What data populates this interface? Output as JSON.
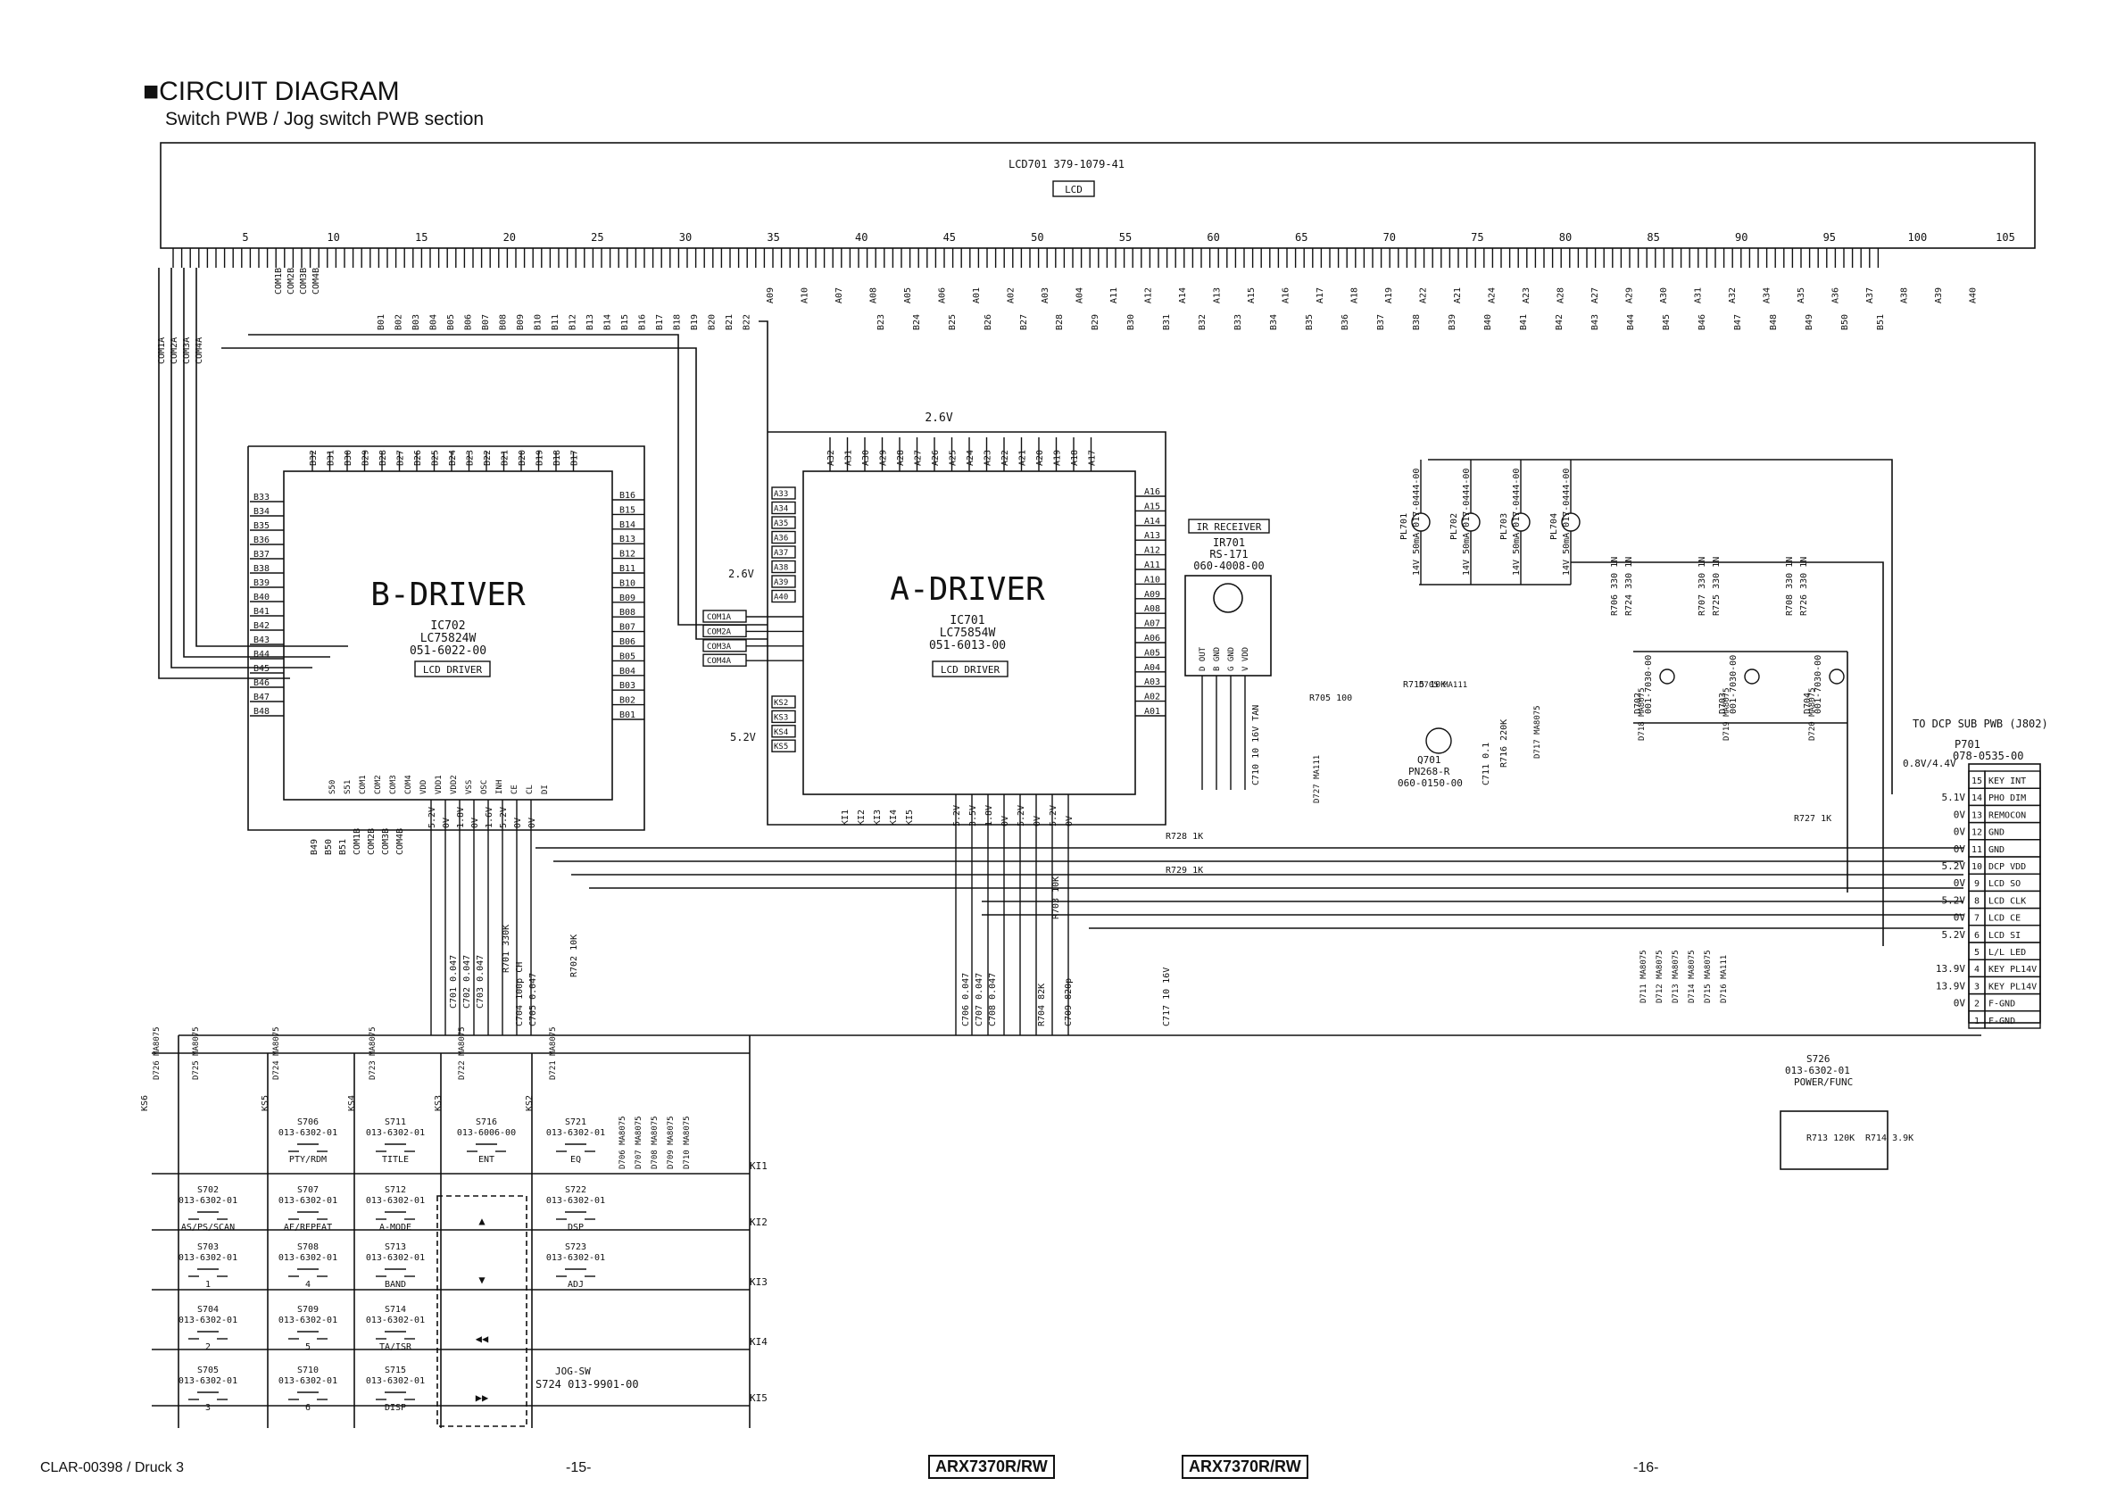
{
  "title": "■CIRCUIT DIAGRAM",
  "subtitle": "Switch PWB / Jog switch PWB section",
  "lcd": {
    "label": "LCD701 379-1079-41",
    "tag": "LCD",
    "pin_numbers": [
      "5",
      "10",
      "15",
      "20",
      "25",
      "30",
      "35",
      "40",
      "45",
      "50",
      "55",
      "60",
      "65",
      "70",
      "75",
      "80",
      "85",
      "90",
      "95",
      "100",
      "105"
    ],
    "com_pins": [
      "COM1B",
      "COM2B",
      "COM3B",
      "COM4B"
    ],
    "com_a_pins": [
      "COM1A",
      "COM2A",
      "COM3A",
      "COM4A"
    ],
    "a_segments_top": [
      "A09",
      "A10",
      "A07",
      "A08",
      "A05",
      "A06",
      "A01",
      "A02",
      "A03",
      "A04",
      "A11",
      "A12",
      "A14",
      "A13",
      "A15",
      "A16",
      "A17",
      "A18",
      "A19",
      "A22",
      "A21",
      "A24",
      "A23",
      "A28",
      "A27",
      "A29",
      "A30",
      "A31",
      "A32",
      "A34",
      "A35",
      "A36",
      "A37",
      "A38",
      "A39",
      "A40"
    ],
    "b_segments": [
      "B01",
      "B02",
      "B03",
      "B04",
      "B05",
      "B06",
      "B07",
      "B08",
      "B09",
      "B10",
      "B11",
      "B12",
      "B13",
      "B14",
      "B15",
      "B16",
      "B17",
      "B18",
      "B19",
      "B20",
      "B21",
      "B22",
      "B23",
      "B24",
      "B25",
      "B26",
      "B27",
      "B28",
      "B29",
      "B30",
      "B31",
      "B32",
      "B33",
      "B34",
      "B35",
      "B36",
      "B37",
      "B38",
      "B39",
      "B40",
      "B41",
      "B42",
      "B43",
      "B44",
      "B45",
      "B46",
      "B47",
      "B48",
      "B49",
      "B50",
      "B51"
    ]
  },
  "b_driver": {
    "name": "B-DRIVER",
    "ic": "IC702",
    "part": "LC75824W",
    "code": "051-6022-00",
    "tag": "LCD DRIVER",
    "top_pins": [
      "B32",
      "B31",
      "B30",
      "B29",
      "B28",
      "B27",
      "B26",
      "B25",
      "B24",
      "B23",
      "B22",
      "B21",
      "B20",
      "B19",
      "B18",
      "B17"
    ],
    "left_pins": [
      "B33",
      "B34",
      "B35",
      "B36",
      "B37",
      "B38",
      "B39",
      "B40",
      "B41",
      "B42",
      "B43",
      "B44",
      "B45",
      "B46",
      "B47",
      "B48"
    ],
    "right_pins": [
      "B16",
      "B15",
      "B14",
      "B13",
      "B12",
      "B11",
      "B10",
      "B09",
      "B08",
      "B07",
      "B06",
      "B05",
      "B04",
      "B03",
      "B02",
      "B01"
    ],
    "bottom_pins": [
      "B49",
      "B50",
      "B51",
      "COM1B",
      "COM2B",
      "COM3B",
      "COM4B"
    ],
    "bottom_pin_names": [
      "S50",
      "S51",
      "COM1",
      "COM2",
      "COM3",
      "COM4",
      "VDD",
      "VDD1",
      "VDD2",
      "VSS",
      "OSC",
      "INH",
      "CE",
      "CL",
      "DI"
    ],
    "volt_labels": [
      "5.2V",
      "0V",
      "1.8V",
      "0V",
      "1.6V",
      "5.2V",
      "0V",
      "0V"
    ]
  },
  "a_driver": {
    "name": "A-DRIVER",
    "ic": "IC701",
    "part": "LC75854W",
    "code": "051-6013-00",
    "tag": "LCD DRIVER",
    "supply": "2.6V",
    "top_pins": [
      "A32",
      "A31",
      "A30",
      "A29",
      "A28",
      "A27",
      "A26",
      "A25",
      "A24",
      "A23",
      "A22",
      "A21",
      "A20",
      "A19",
      "A18",
      "A17"
    ],
    "left_pins": [
      "A33",
      "A34",
      "A35",
      "A36",
      "A37",
      "A38",
      "A39",
      "A40"
    ],
    "right_pins": [
      "A16",
      "A15",
      "A14",
      "A13",
      "A12",
      "A11",
      "A10",
      "A09",
      "A08",
      "A07",
      "A06",
      "A05",
      "A04",
      "A03",
      "A02",
      "A01"
    ],
    "com_inputs": [
      "COM1A",
      "COM2A",
      "COM3A",
      "COM4A"
    ],
    "key_scan": [
      "KS2",
      "KS3",
      "KS4",
      "KS5"
    ],
    "key_in": [
      "KI1",
      "KI2",
      "KI3",
      "KI4",
      "KI5"
    ],
    "left_volt": "2.6V",
    "ks_volt": "5.2V",
    "bottom_volts": [
      "5.2V",
      "3.5V",
      "1.8V",
      "0V",
      "5.2V",
      "0V",
      "5.2V",
      "0V"
    ]
  },
  "ir": {
    "title": "IR RECEIVER",
    "ref": "IR701",
    "part": "RS-171",
    "code": "060-4008-00",
    "pins": [
      "D OUT",
      "B GND",
      "G GND",
      "V VDD"
    ]
  },
  "lamps": [
    {
      "ref": "PL701",
      "value": "14V 50mA 017-0444-00"
    },
    {
      "ref": "PL702",
      "value": "14V 50mA 017-0444-00"
    },
    {
      "ref": "PL703",
      "value": "14V 50mA 017-0444-00"
    },
    {
      "ref": "PL704",
      "value": "14V 50mA 017-0444-00"
    }
  ],
  "leds": [
    {
      "ref": "D702",
      "code": "001-7030-00"
    },
    {
      "ref": "D703",
      "code": "001-7030-00"
    },
    {
      "ref": "D704",
      "code": "001-7030-00"
    }
  ],
  "resistors": [
    "R706 330 1N",
    "R724 330 1N",
    "R707 330 1N",
    "R725 330 1N",
    "R708 330 1N",
    "R726 330 1N",
    "R715 10K",
    "R705 100",
    "R716 220K",
    "R728 1K",
    "R729 1K",
    "R727 1K",
    "R703 10K",
    "R704 82K",
    "R701 330K",
    "R702 10K",
    "R713 120K",
    "R714 3.9K"
  ],
  "capacitors": [
    "C701 0.047",
    "C702 0.047",
    "C703 0.047",
    "C704 100p CH",
    "C705 0.047",
    "C706 0.047",
    "C707 0.047",
    "C708 0.047",
    "C709 820p",
    "C710 10 16V TAN",
    "C711 0.1",
    "C717 10 16V"
  ],
  "diodes": [
    "D705 MA111",
    "D717 MA8075",
    "D727 MA111",
    "D718 MA8075",
    "D719 MA8075",
    "D720 MA8075",
    "D711 MA8075",
    "D712 MA8075",
    "D713 MA8075",
    "D714 MA8075",
    "D715 MA8075",
    "D716 MA111",
    "D721 MA8075",
    "D722 MA8075",
    "D723 MA8075",
    "D724 MA8075",
    "D725 MA8075",
    "D726 MA8075",
    "D706 MA8075",
    "D707 MA8075",
    "D708 MA8075",
    "D709 MA8075",
    "D710 MA8075"
  ],
  "transistor": {
    "ref": "Q701",
    "part": "PN268-R",
    "code": "060-0150-00"
  },
  "connector": {
    "title": "TO DCP SUB PWB (J802)",
    "ref": "P701",
    "code": "078-0535-00",
    "top_volt": "0.8V/4.4V",
    "pins": [
      {
        "no": "15",
        "name": "KEY INT",
        "volt": ""
      },
      {
        "no": "14",
        "name": "PHO DIM",
        "volt": "5.1V"
      },
      {
        "no": "13",
        "name": "REMOCON",
        "volt": "0V"
      },
      {
        "no": "12",
        "name": "GND",
        "volt": "0V"
      },
      {
        "no": "11",
        "name": "GND",
        "volt": "0V"
      },
      {
        "no": "10",
        "name": "DCP VDD",
        "volt": "5.2V"
      },
      {
        "no": "9",
        "name": "LCD SO",
        "volt": "0V"
      },
      {
        "no": "8",
        "name": "LCD CLK",
        "volt": "5.2V"
      },
      {
        "no": "7",
        "name": "LCD CE",
        "volt": "0V"
      },
      {
        "no": "6",
        "name": "LCD SI",
        "volt": "5.2V"
      },
      {
        "no": "5",
        "name": "L/L LED",
        "volt": ""
      },
      {
        "no": "4",
        "name": "KEY PL14V",
        "volt": "13.9V"
      },
      {
        "no": "3",
        "name": "KEY PL14V",
        "volt": "13.9V"
      },
      {
        "no": "2",
        "name": "F-GND",
        "volt": "0V"
      },
      {
        "no": "1",
        "name": "F-GND",
        "volt": ""
      }
    ]
  },
  "power_switch": {
    "ref": "S726",
    "code": "013-6302-01",
    "name": "POWER/FUNC"
  },
  "ks_labels": [
    "KS6",
    "KS5",
    "KS4",
    "KS3",
    "KS2"
  ],
  "ki_labels": [
    "KI1",
    "KI2",
    "KI3",
    "KI4",
    "KI5"
  ],
  "switches": [
    {
      "ref": "S706",
      "code": "013-6302-01",
      "name": "PTY/RDM"
    },
    {
      "ref": "S711",
      "code": "013-6302-01",
      "name": "TITLE"
    },
    {
      "ref": "S716",
      "code": "013-6006-00",
      "name": "ENT"
    },
    {
      "ref": "S721",
      "code": "013-6302-01",
      "name": "EQ"
    },
    {
      "ref": "S702",
      "code": "013-6302-01",
      "name": "AS/PS/SCAN"
    },
    {
      "ref": "S707",
      "code": "013-6302-01",
      "name": "AF/REPEAT"
    },
    {
      "ref": "S712",
      "code": "013-6302-01",
      "name": "A-MODE"
    },
    {
      "ref": "S722",
      "code": "013-6302-01",
      "name": "DSP"
    },
    {
      "ref": "S703",
      "code": "013-6302-01",
      "name": "1"
    },
    {
      "ref": "S708",
      "code": "013-6302-01",
      "name": "4"
    },
    {
      "ref": "S713",
      "code": "013-6302-01",
      "name": "BAND"
    },
    {
      "ref": "S723",
      "code": "013-6302-01",
      "name": "ADJ"
    },
    {
      "ref": "S704",
      "code": "013-6302-01",
      "name": "2"
    },
    {
      "ref": "S709",
      "code": "013-6302-01",
      "name": "5"
    },
    {
      "ref": "S714",
      "code": "013-6302-01",
      "name": "TA/ISR"
    },
    {
      "ref": "S705",
      "code": "013-6302-01",
      "name": "3"
    },
    {
      "ref": "S710",
      "code": "013-6302-01",
      "name": "6"
    },
    {
      "ref": "S715",
      "code": "013-6302-01",
      "name": "DISP"
    }
  ],
  "jog": {
    "title": "JOG-SW",
    "ref": "S724 013-9901-00",
    "symbols": [
      "▲",
      "▼",
      "◀◀",
      "▶▶"
    ]
  },
  "footer": {
    "doc": "CLAR-00398 / Druck 3",
    "page_left": "-15-",
    "model_left": "ARX7370R/RW",
    "model_right": "ARX7370R/RW",
    "page_right": "-16-"
  }
}
